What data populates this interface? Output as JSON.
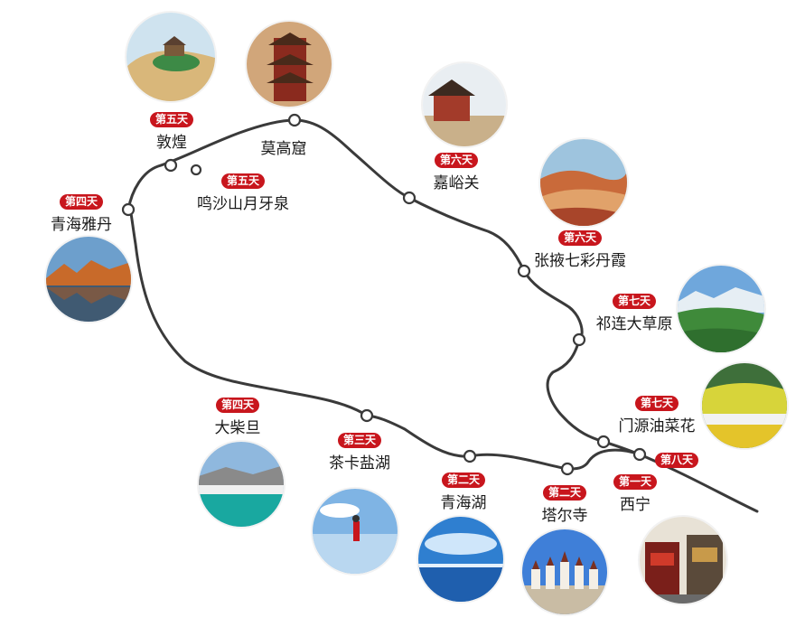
{
  "stops": {
    "dunhuang": {
      "day": "第五天",
      "name": "敦煌"
    },
    "mogao": {
      "name": "莫高窟"
    },
    "mingsha": {
      "day": "第五天",
      "name": "鸣沙山月牙泉"
    },
    "yadan": {
      "day": "第四天",
      "name": "青海雅丹"
    },
    "jiayuguan": {
      "day": "第六天",
      "name": "嘉峪关"
    },
    "zhangye": {
      "day": "第六天",
      "name": "张掖七彩丹霞"
    },
    "qilian": {
      "day": "第七天",
      "name": "祁连大草原"
    },
    "menyuan": {
      "day": "第七天",
      "name": "门源油菜花"
    },
    "xining": {
      "day": "第一天",
      "day_end": "第八天",
      "name": "西宁"
    },
    "chaidan": {
      "day": "第四天",
      "name": "大柴旦"
    },
    "chaka": {
      "day": "第三天",
      "name": "茶卡盐湖"
    },
    "qinghaihu": {
      "day": "第二天",
      "name": "青海湖"
    },
    "taer": {
      "day": "第二天",
      "name": "塔尔寺"
    }
  },
  "colors": {
    "route": "#3a3a3a",
    "badge": "#c8161d",
    "text": "#1a1a1a"
  }
}
